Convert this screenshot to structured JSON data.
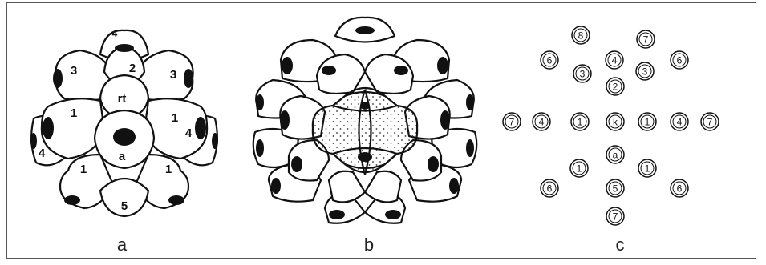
{
  "captions": {
    "a": "a",
    "b": "b",
    "c": "c"
  },
  "panel_a": {
    "labels": {
      "top4": "4",
      "two": "2",
      "three_left": "3",
      "three_right": "3",
      "rt": "rt",
      "one_left": "1",
      "one_right": "1",
      "four_left": "4",
      "four_right": "4",
      "a": "a",
      "one_bl": "1",
      "one_br": "1",
      "five": "5"
    }
  },
  "panel_c": {
    "circles": [
      {
        "label": "8"
      },
      {
        "label": "7"
      },
      {
        "label": "6"
      },
      {
        "label": "4"
      },
      {
        "label": "6"
      },
      {
        "label": "3"
      },
      {
        "label": "3"
      },
      {
        "label": "2"
      },
      {
        "label": "7"
      },
      {
        "label": "4"
      },
      {
        "label": "1"
      },
      {
        "label": "k"
      },
      {
        "label": "1"
      },
      {
        "label": "4"
      },
      {
        "label": "7"
      },
      {
        "label": "a"
      },
      {
        "label": "1"
      },
      {
        "label": "1"
      },
      {
        "label": "6"
      },
      {
        "label": "5"
      },
      {
        "label": "6"
      },
      {
        "label": "7"
      }
    ]
  },
  "colors": {
    "ink": "#111111",
    "stipple": "#333333",
    "border": "#555555"
  }
}
